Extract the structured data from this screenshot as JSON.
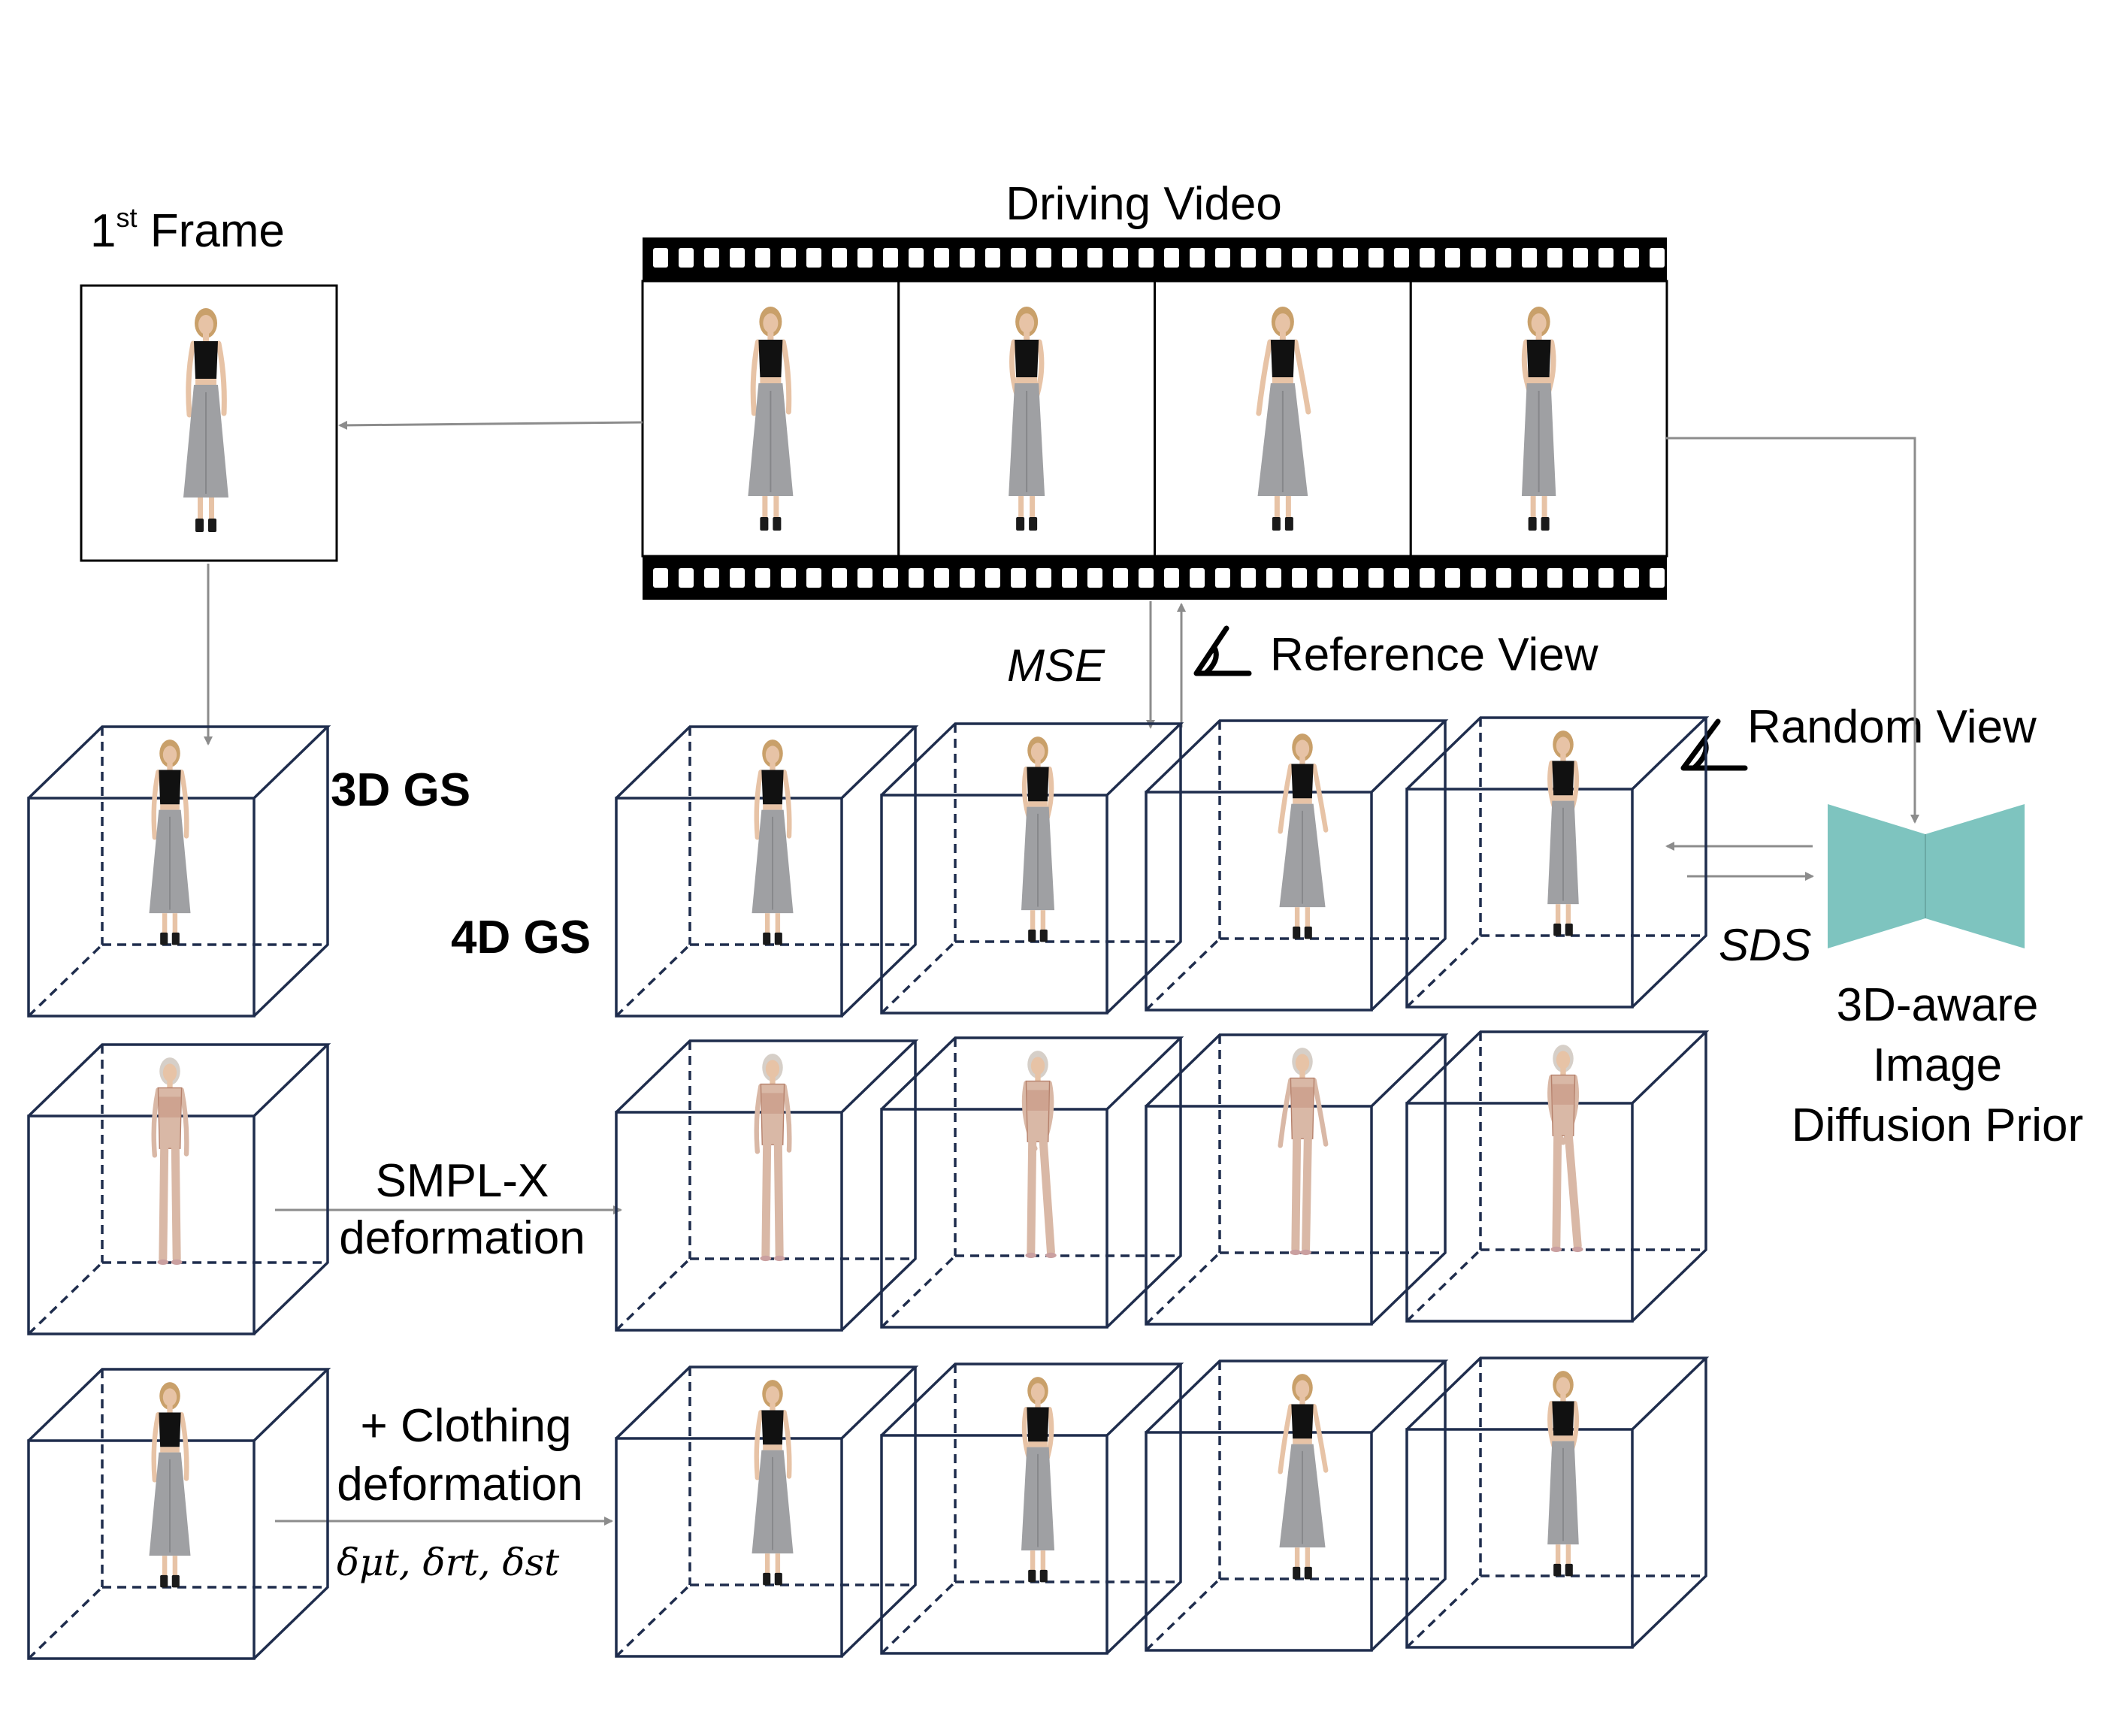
{
  "labels": {
    "first_frame_main": "1",
    "first_frame_sup": "st",
    "first_frame_tail": " Frame",
    "driving_video": "Driving Video",
    "mse": "MSE",
    "reference_view": "Reference View",
    "random_view": "Random View",
    "gs3d": "3D GS",
    "gs4d": "4D GS",
    "sds": "SDS",
    "prior_line1": "3D-aware",
    "prior_line2": "Image",
    "prior_line3": "Diffusion Prior",
    "smplx_line1": "SMPL-X",
    "smplx_line2": "deformation",
    "cloth_line1": "+ Clothing",
    "cloth_line2": "deformation",
    "cloth_params": "δμt, δrt, δst"
  },
  "icons": {
    "film_strip": "film-strip-icon",
    "reference_view": "angle-icon",
    "random_view": "angle-icon",
    "diffusion_prior": "hourglass-network-icon",
    "figure": "person-figure-icon"
  },
  "colors": {
    "cube_edge": "#1f2d4d",
    "arrow": "#8c8c8c",
    "diffusion_prior": "#7ec4bf",
    "film": "#000000",
    "skirt": "#9fa0a3",
    "top": "#111111",
    "skin": "#e7c3a6",
    "hair": "#c9a06a",
    "smplx_body": "#d9b8a6"
  },
  "rows": {
    "video_frames": 4,
    "gs4d_cubes": 4,
    "smplx_cubes": 4,
    "clothing_cubes": 4
  }
}
